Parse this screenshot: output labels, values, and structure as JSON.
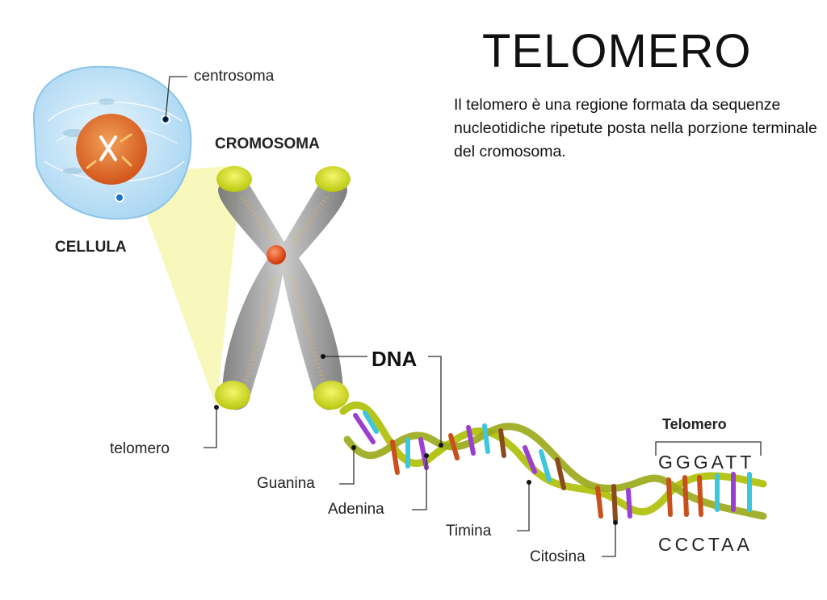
{
  "title": "TELOMERO",
  "description": "Il telomero è una regione formata da sequenze nucleotidiche ripetute posta nella porzione terminale del cromosoma.",
  "labels": {
    "centrosome": "centrosoma",
    "chromosome": "CROMOSOMA",
    "cell": "CELLULA",
    "dna": "DNA",
    "telomere_small": "telomero",
    "telomere_header": "Telomero",
    "guanine": "Guanina",
    "adenine": "Adenina",
    "thymine": "Timina",
    "cytosine": "Citosina"
  },
  "sequence": {
    "top": "GGGATT",
    "bottom": "CCCTAA"
  },
  "colors": {
    "guanine": "#9b3fd0",
    "adenine": "#c8501d",
    "thymine": "#3ec6df",
    "cytosine": "#8a4a1f",
    "helix": "#b5c51c",
    "chromosome": "#8c8c8c",
    "telomere_cap": "#d6e21a",
    "cell": "#bfe2f7",
    "nucleus": "#e06a1c",
    "highlight": "#f7f7b0"
  }
}
